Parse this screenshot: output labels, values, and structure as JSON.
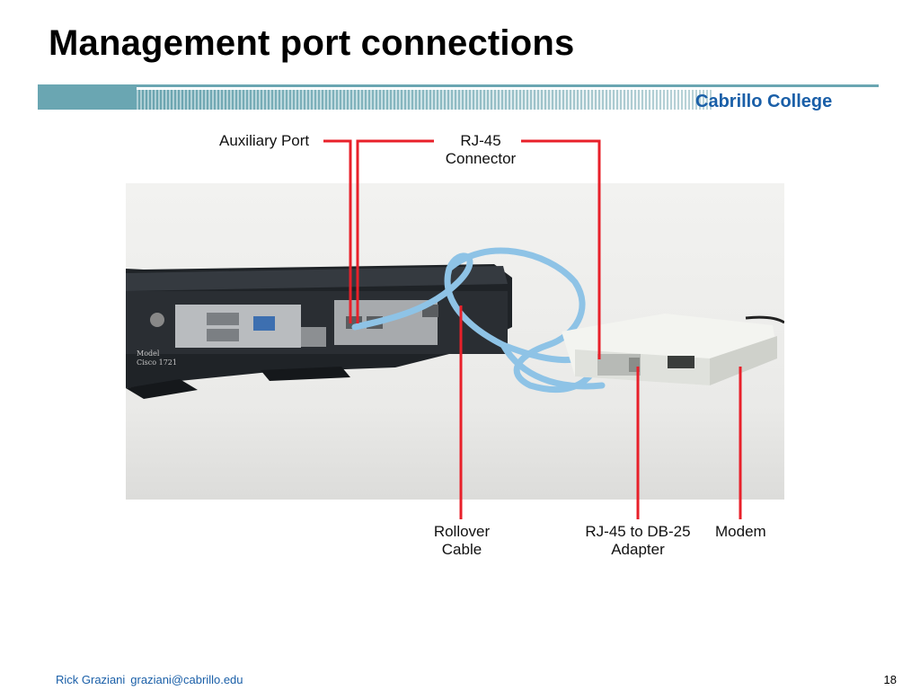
{
  "slide": {
    "title": "Management port connections",
    "brand": "Cabrillo College",
    "page_number": "18"
  },
  "labels": {
    "auxiliary_port": "Auxiliary Port",
    "rj45_connector_line1": "RJ-45",
    "rj45_connector_line2": "Connector",
    "rollover_line1": "Rollover",
    "rollover_line2": "Cable",
    "adapter_line1": "RJ-45 to DB-25",
    "adapter_line2": "Adapter",
    "modem": "Modem",
    "router_model_line1": "Model",
    "router_model_line2": "Cisco 1721"
  },
  "footer": {
    "author": "Rick Graziani",
    "email": "graziani@cabrillo.edu"
  },
  "colors": {
    "leader_line": "#e8202a",
    "brand": "#1a5fa8",
    "header_bar": "#6aa6b2",
    "cable": "#8ec3e6",
    "router": "#2a2e33",
    "modem": "#e9ebe6"
  }
}
